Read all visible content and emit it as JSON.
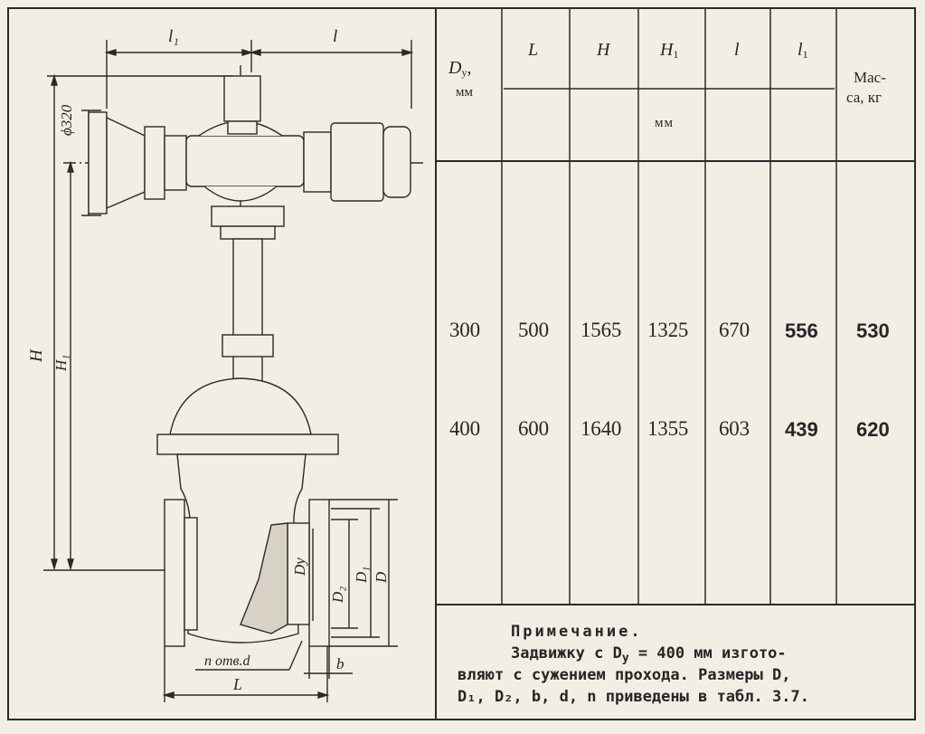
{
  "table": {
    "header": {
      "dy_letter": "D",
      "dy_sub": "у",
      "dy_unit": "мм",
      "L": "L",
      "H": "H",
      "H1_letter": "H",
      "H1_sub": "1",
      "l": "l",
      "l1_letter": "l",
      "l1_sub": "1",
      "mass_line1": "Мас-",
      "mass_line2": "са, кг",
      "units": "мм"
    },
    "rows": [
      {
        "dy": "300",
        "L": "500",
        "H": "1565",
        "H1": "1325",
        "l": "670",
        "l1": "556",
        "mass": "530"
      },
      {
        "dy": "400",
        "L": "600",
        "H": "1640",
        "H1": "1355",
        "l": "603",
        "l1": "439",
        "mass": "620"
      }
    ]
  },
  "note": {
    "title": "Примечание.",
    "line1": "Задвижку с D",
    "line1_sub": "у",
    "line1_end": " = 400 мм изгото-",
    "line2": "вляют с сужением прохода. Размеры D,",
    "line3": "D₁, D₂, b, d, n приведены в табл. 3.7."
  },
  "drawing": {
    "dim_l1": "l₁",
    "dim_l": "l",
    "dim_phi": "ϕ320",
    "dim_H": "H",
    "dim_H1": "H₁",
    "dim_Dy": "Dу",
    "dim_D2": "D₂",
    "dim_D1": "D₁",
    "dim_D": "D",
    "dim_holes": "n отв.d",
    "dim_b": "b",
    "dim_L": "L"
  }
}
